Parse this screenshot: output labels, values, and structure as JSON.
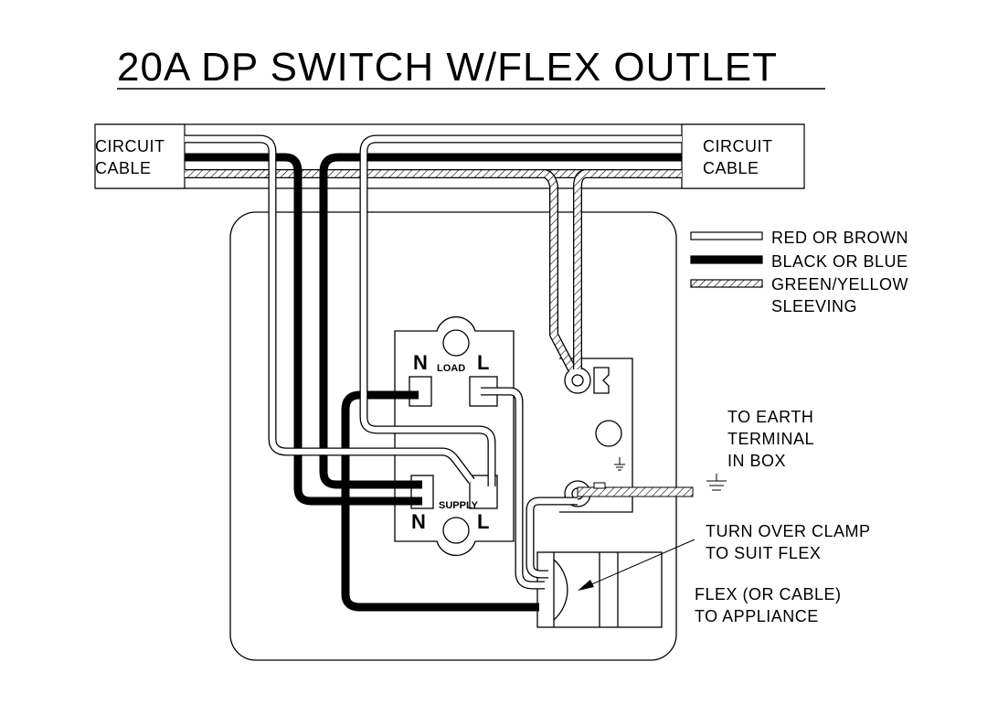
{
  "title": "20A DP  SWITCH W/FLEX OUTLET",
  "circuit_cable_left": {
    "line1": "CIRCUIT",
    "line2": "CABLE"
  },
  "circuit_cable_right": {
    "line1": "CIRCUIT",
    "line2": "CABLE"
  },
  "legend": {
    "red": "RED OR BROWN",
    "black": "BLACK OR BLUE",
    "green_line1": "GREEN/YELLOW",
    "green_line2": "SLEEVING"
  },
  "switch": {
    "load_n": "N",
    "load_label": "LOAD",
    "load_l": "L",
    "supply_label": "SUPPLY",
    "supply_n": "N",
    "supply_l": "L"
  },
  "earth_note": {
    "line1": "TO EARTH",
    "line2": "TERMINAL",
    "line3": "IN BOX"
  },
  "clamp_note": {
    "line1": "TURN OVER CLAMP",
    "line2": "TO SUIT FLEX"
  },
  "flex_note": {
    "line1": "FLEX (OR CABLE)",
    "line2": "TO APPLIANCE"
  },
  "wire_colors": {
    "red_or_brown": "#ffffff",
    "black_or_blue": "#000000"
  }
}
